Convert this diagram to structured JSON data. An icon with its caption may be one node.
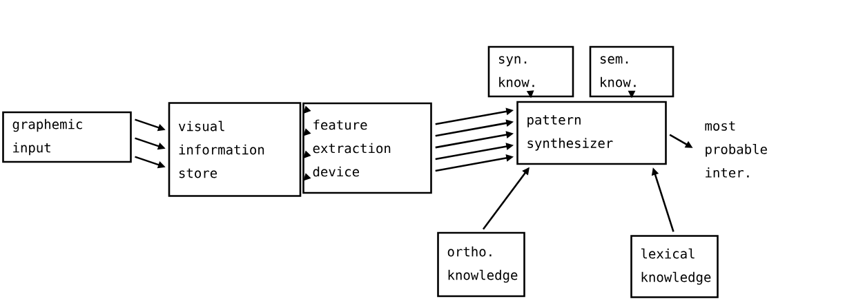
{
  "diagram": {
    "nodes": [
      {
        "text": [
          "graphemic input"
        ]
      },
      {
        "text": [
          "visual information store"
        ]
      },
      {
        "text": [
          "feature extraction device"
        ]
      },
      {
        "text": [
          "pattern synthesizer"
        ]
      },
      {
        "text": [
          "syn. know."
        ]
      },
      {
        "text": [
          "sem. know."
        ]
      },
      {
        "text": [
          "ortho. knowledge"
        ]
      },
      {
        "text": [
          "lexical knowledge"
        ]
      },
      {
        "text": [
          "most probable inter."
        ]
      }
    ],
    "edges": [
      {
        "from": 0,
        "to": 1,
        "arrow": "to"
      },
      {
        "from": 0,
        "to": 1,
        "arrow": "to"
      },
      {
        "from": 0,
        "to": 1,
        "arrow": "to"
      },
      {
        "from": 2,
        "to": 1,
        "arrow": "to"
      },
      {
        "from": 2,
        "to": 1,
        "arrow": "to"
      },
      {
        "from": 2,
        "to": 1,
        "arrow": "to"
      },
      {
        "from": 2,
        "to": 1,
        "arrow": "to"
      },
      {
        "from": 2,
        "to": 3,
        "arrow": "to"
      },
      {
        "from": 2,
        "to": 3,
        "arrow": "to"
      },
      {
        "from": 2,
        "to": 3,
        "arrow": "to"
      },
      {
        "from": 2,
        "to": 3,
        "arrow": "to"
      },
      {
        "from": 2,
        "to": 3,
        "arrow": "to"
      },
      {
        "from": 4,
        "to": 3,
        "arrow": "to"
      },
      {
        "from": 5,
        "to": 3,
        "arrow": "to"
      },
      {
        "from": 6,
        "to": 3,
        "arrow": "to"
      },
      {
        "from": 7,
        "to": 3,
        "arrow": "to"
      },
      {
        "from": 3,
        "to": 8,
        "arrow": "to"
      }
    ]
  }
}
